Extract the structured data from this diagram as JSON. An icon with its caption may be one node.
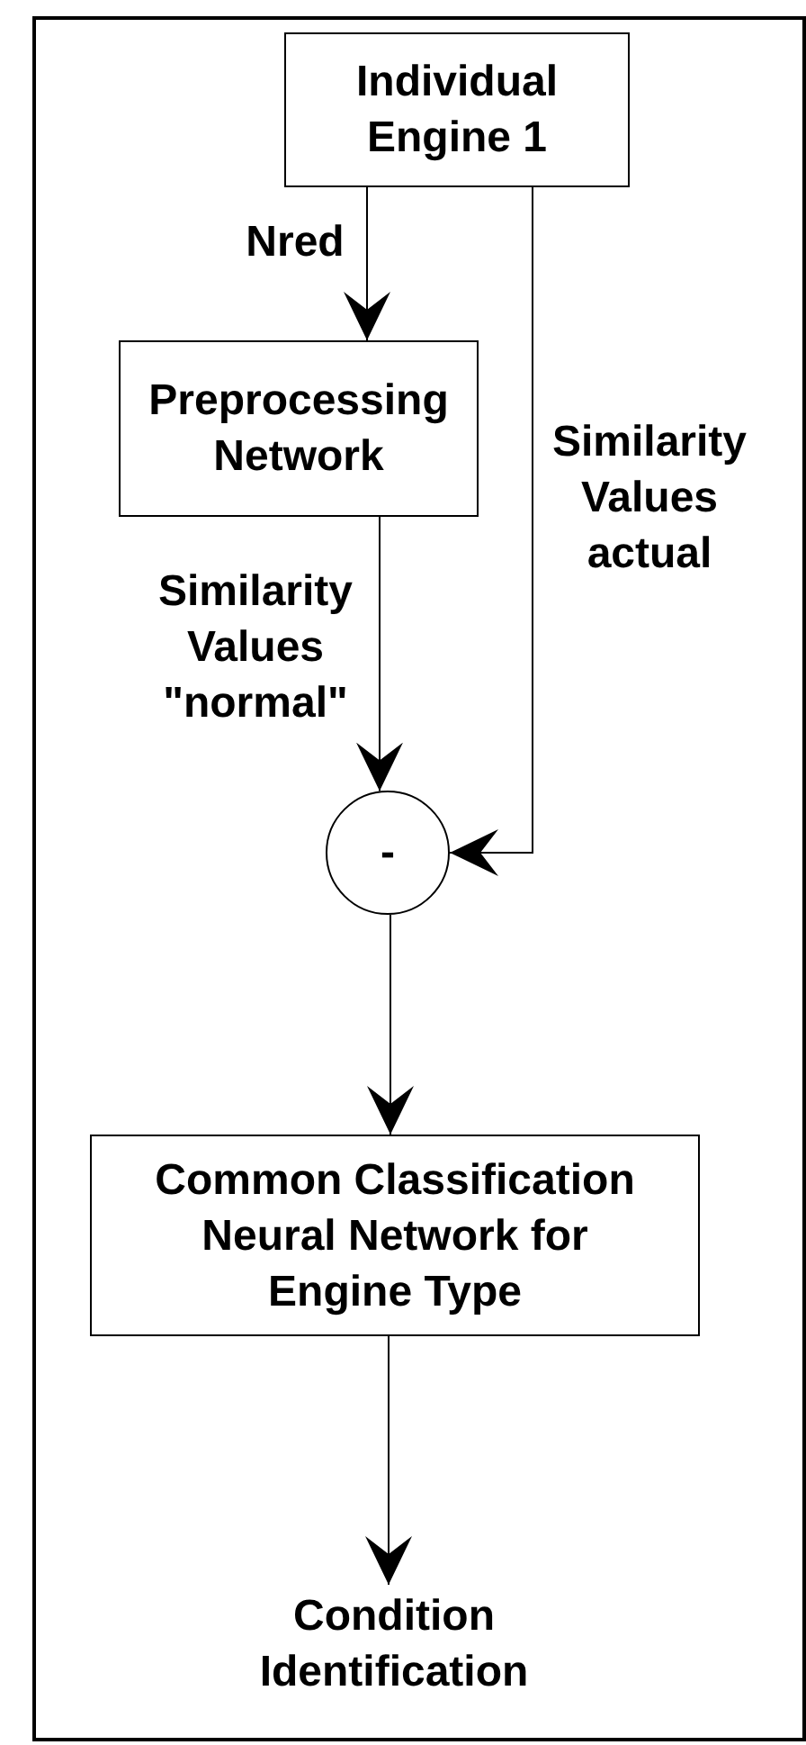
{
  "diagram": {
    "nodes": [
      {
        "text": [
          "Individual Engine 1"
        ]
      },
      {
        "text": [
          "Preprocessing Network"
        ]
      },
      {
        "text": [
          "-"
        ]
      },
      {
        "text": [
          "Common Classification Neural Network for Engine Type"
        ]
      },
      {
        "text": [
          "Condition Identification"
        ]
      }
    ],
    "edges": [
      {
        "from": 0,
        "to": 1,
        "arrow": "to",
        "label": "Nred"
      },
      {
        "from": 1,
        "to": 2,
        "arrow": "to",
        "label": "Similarity Values \"normal\""
      },
      {
        "from": 0,
        "to": 2,
        "arrow": "to",
        "label": "Similarity Values actual"
      },
      {
        "from": 2,
        "to": 3,
        "arrow": "to"
      },
      {
        "from": 3,
        "to": 4,
        "arrow": "to"
      }
    ]
  }
}
